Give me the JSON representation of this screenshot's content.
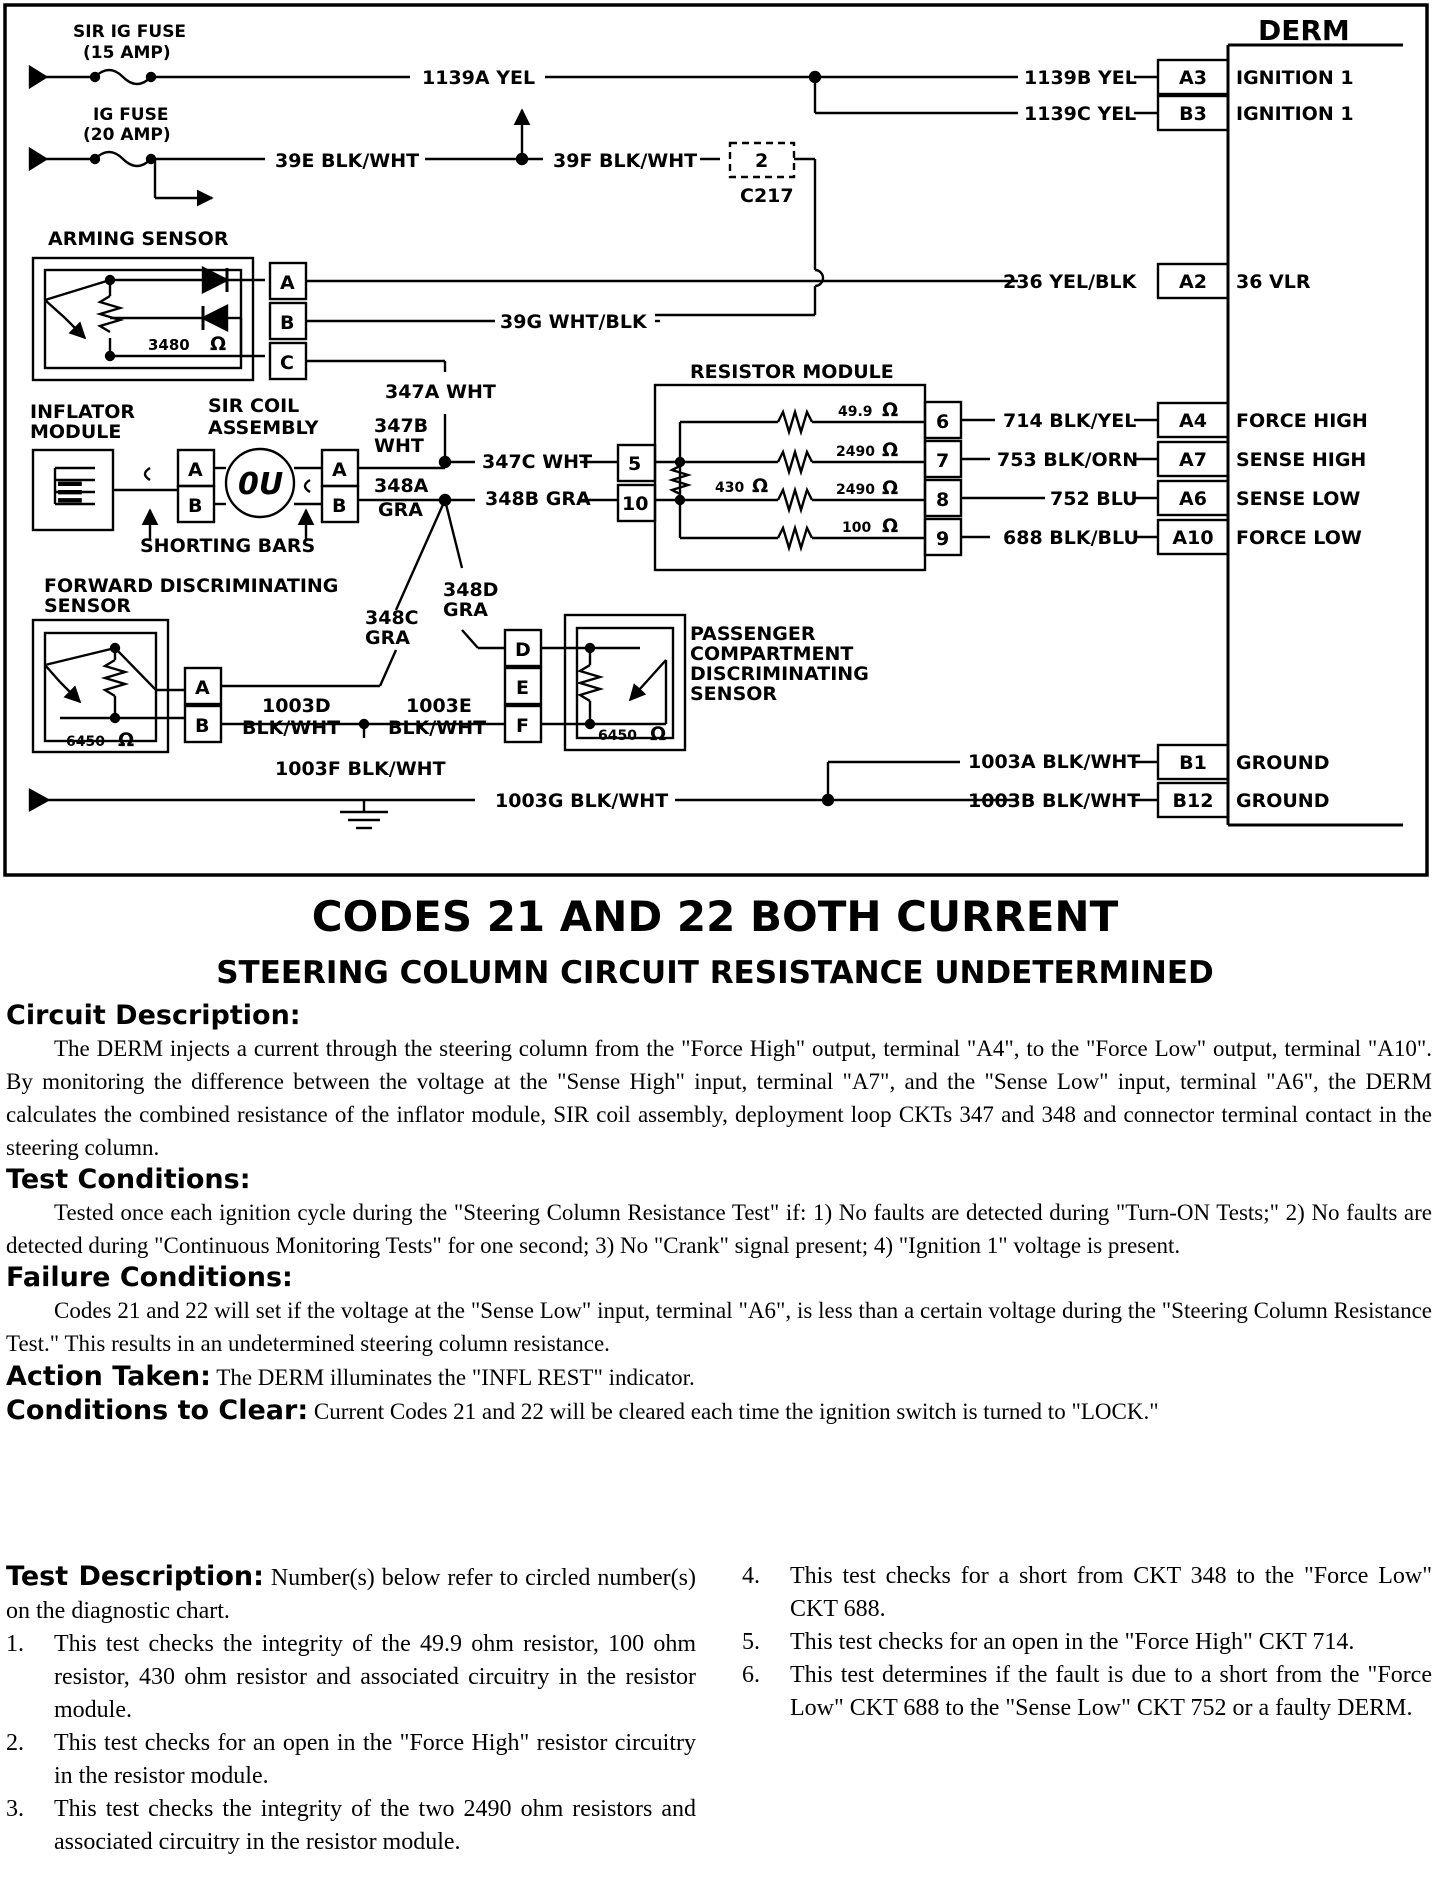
{
  "diagram": {
    "derm_label": "DERM",
    "fuses": {
      "sir_ig_fuse": [
        "SIR IG FUSE",
        "(15 AMP)"
      ],
      "ig_fuse": [
        "IG FUSE",
        "(20 AMP)"
      ]
    },
    "wires": {
      "w1139a": "1139A YEL",
      "w39e": "39E BLK/WHT",
      "w39f": "39F BLK/WHT",
      "w1139b": "1139B YEL",
      "w1139c": "1139C YEL",
      "w236": "236 YEL/BLK",
      "w39g": "39G WHT/BLK",
      "w347a": "347A WHT",
      "w347b": [
        "347B",
        "WHT"
      ],
      "w347c": "347C WHT",
      "w348a": [
        "348A",
        "GRA"
      ],
      "w348b": "348B GRA",
      "w348c": [
        "348C",
        "GRA"
      ],
      "w348d": [
        "348D",
        "GRA"
      ],
      "w714": "714 BLK/YEL",
      "w753": "753 BLK/ORN",
      "w752": "752 BLU",
      "w688": "688 BLK/BLU",
      "w1003d": [
        "1003D",
        "BLK/WHT"
      ],
      "w1003e": [
        "1003E",
        "BLK/WHT"
      ],
      "w1003f": "1003F BLK/WHT",
      "w1003g": "1003G BLK/WHT",
      "w1003a": "1003A BLK/WHT",
      "w1003b": "1003B BLK/WHT"
    },
    "connector_c217": {
      "pin": "2",
      "name": "C217"
    },
    "components": {
      "arming_sensor": "ARMING SENSOR",
      "arming_resistor": "3480",
      "inflator_module": [
        "INFLATOR",
        "MODULE"
      ],
      "sir_coil": [
        "SIR COIL",
        "ASSEMBLY"
      ],
      "shorting_bars": "SHORTING BARS",
      "forward_sensor": [
        "FORWARD DISCRIMINATING",
        "SENSOR"
      ],
      "forward_resistor": "6450",
      "passenger_sensor": [
        "PASSENGER",
        "COMPARTMENT",
        "DISCRIMINATING",
        "SENSOR"
      ],
      "passenger_resistor": "6450",
      "resistor_module": "RESISTOR MODULE",
      "r430": "430",
      "r49": "49.9",
      "r2490a": "2490",
      "r2490b": "2490",
      "r100": "100",
      "ohm": "Ω",
      "coil_glyph": "0U",
      "inflator_glyph": "≡"
    },
    "pins": {
      "arming": [
        "A",
        "B",
        "C"
      ],
      "inflator": [
        "A",
        "B"
      ],
      "coil": [
        "A",
        "B"
      ],
      "forward": [
        "A",
        "B"
      ],
      "passenger": [
        "D",
        "E",
        "F"
      ],
      "res_left": [
        "5",
        "10"
      ],
      "res_right": [
        "6",
        "7",
        "8",
        "9"
      ]
    },
    "derm_pins": [
      {
        "pin": "A3",
        "label": "IGNITION 1"
      },
      {
        "pin": "B3",
        "label": "IGNITION 1"
      },
      {
        "pin": "A2",
        "label": "36 VLR"
      },
      {
        "pin": "A4",
        "label": "FORCE HIGH"
      },
      {
        "pin": "A7",
        "label": "SENSE HIGH"
      },
      {
        "pin": "A6",
        "label": "SENSE LOW"
      },
      {
        "pin": "A10",
        "label": "FORCE LOW"
      },
      {
        "pin": "B1",
        "label": "GROUND"
      },
      {
        "pin": "B12",
        "label": "GROUND"
      }
    ]
  },
  "title": "CODES 21 AND 22 BOTH CURRENT",
  "subtitle": "STEERING COLUMN CIRCUIT RESISTANCE UNDETERMINED",
  "sections": {
    "circuit_description": {
      "heading": "Circuit Description:",
      "text": "The DERM injects a current through the steering column from the \"Force High\" output, terminal \"A4\", to the \"Force Low\" output, terminal \"A10\". By monitoring the difference between the voltage at the \"Sense High\" input, terminal \"A7\", and the \"Sense Low\" input, terminal \"A6\", the DERM calculates the combined resistance of the inflator module, SIR coil assembly, deployment loop CKTs 347 and 348 and connector terminal contact in the steering column."
    },
    "test_conditions": {
      "heading": "Test Conditions:",
      "text": "Tested once each ignition cycle during the \"Steering Column Resistance Test\" if: 1) No faults are detected during \"Turn-ON Tests;\" 2) No faults are detected during \"Continuous Monitoring Tests\" for one second; 3) No \"Crank\" signal present; 4) \"Ignition 1\" voltage is present."
    },
    "failure_conditions": {
      "heading": "Failure Conditions:",
      "text": "Codes 21 and 22 will set if the voltage at the \"Sense Low\" input, terminal \"A6\", is less than a certain voltage during the \"Steering Column Resistance Test.\" This results in an undetermined steering column resistance."
    },
    "action_taken": {
      "heading": "Action Taken:",
      "text": "The DERM illuminates the \"INFL REST\" indicator."
    },
    "conditions_to_clear": {
      "heading": "Conditions to Clear:",
      "text": "Current Codes 21 and 22 will be cleared each time the ignition switch is turned to \"LOCK.\""
    }
  },
  "test_description": {
    "heading": "Test Description:",
    "intro": "Number(s) below refer to circled number(s) on the diagnostic chart.",
    "items": [
      {
        "num": "1.",
        "text": "This test checks the integrity of the 49.9 ohm resistor, 100 ohm resistor, 430 ohm resistor and associated circuitry in the resistor module."
      },
      {
        "num": "2.",
        "text": "This test checks for an open in the \"Force High\" resistor circuitry in the resistor module."
      },
      {
        "num": "3.",
        "text": "This test checks the integrity of the two 2490 ohm resistors and associated circuitry in the resistor module."
      },
      {
        "num": "4.",
        "text": "This test checks for a short from CKT 348 to the \"Force Low\" CKT 688."
      },
      {
        "num": "5.",
        "text": "This test checks for an open in the \"Force High\" CKT 714."
      },
      {
        "num": "6.",
        "text": "This test determines if the fault is due to a short from the \"Force Low\" CKT 688 to the \"Sense Low\" CKT 752 or a faulty DERM."
      }
    ]
  }
}
